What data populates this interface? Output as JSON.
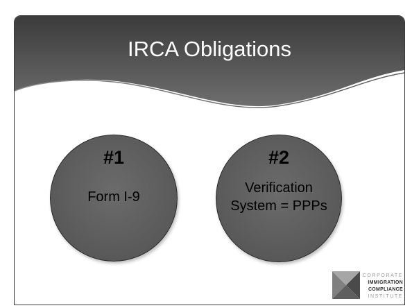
{
  "slide": {
    "title": "IRCA Obligations",
    "accent_color": "#7a7a7a",
    "header_dark": "#3c3c3c"
  },
  "obligations": [
    {
      "number": "#1",
      "lines": [
        "Form I-9"
      ]
    },
    {
      "number": "#2",
      "lines": [
        "Verification",
        "System = PPPs"
      ]
    }
  ],
  "logo": {
    "line1": "CORPORATE",
    "line2": "IMMIGRATION",
    "line3": "COMPLIANCE",
    "line4": "INSTITUTE"
  }
}
